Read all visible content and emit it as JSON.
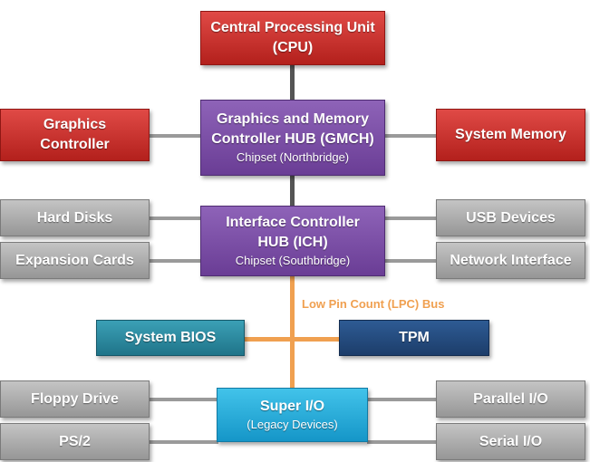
{
  "cpu": {
    "title": "Central Processing Unit",
    "subtitle": "(CPU)"
  },
  "gmch": {
    "line1": "Graphics and Memory",
    "line2": "Controller HUB (GMCH)",
    "sub": "Chipset (Northbridge)"
  },
  "graphics": {
    "line1": "Graphics",
    "line2": "Controller"
  },
  "memory": {
    "label": "System Memory"
  },
  "ich": {
    "line1": "Interface Controller",
    "line2": "HUB (ICH)",
    "sub": "Chipset (Southbridge)"
  },
  "hard_disks": {
    "label": "Hard Disks"
  },
  "expansion": {
    "label": "Expansion Cards"
  },
  "usb": {
    "label": "USB Devices"
  },
  "network": {
    "label": "Network Interface"
  },
  "lpc": {
    "label": "Low Pin Count (LPC) Bus"
  },
  "bios": {
    "label": "System BIOS"
  },
  "tpm": {
    "label": "TPM"
  },
  "superio": {
    "title": "Super I/O",
    "sub": "(Legacy Devices)"
  },
  "floppy": {
    "label": "Floppy Drive"
  },
  "ps2": {
    "label": "PS/2"
  },
  "parallel": {
    "label": "Parallel I/O"
  },
  "serial": {
    "label": "Serial I/O"
  },
  "colors": {
    "red": "#c8302c",
    "purple": "#7b4fa6",
    "gray": "#a9a9a9",
    "teal": "#2a8aa0",
    "navy": "#244c80",
    "cyan": "#28b0e0",
    "lpc_orange": "#f0a050"
  }
}
